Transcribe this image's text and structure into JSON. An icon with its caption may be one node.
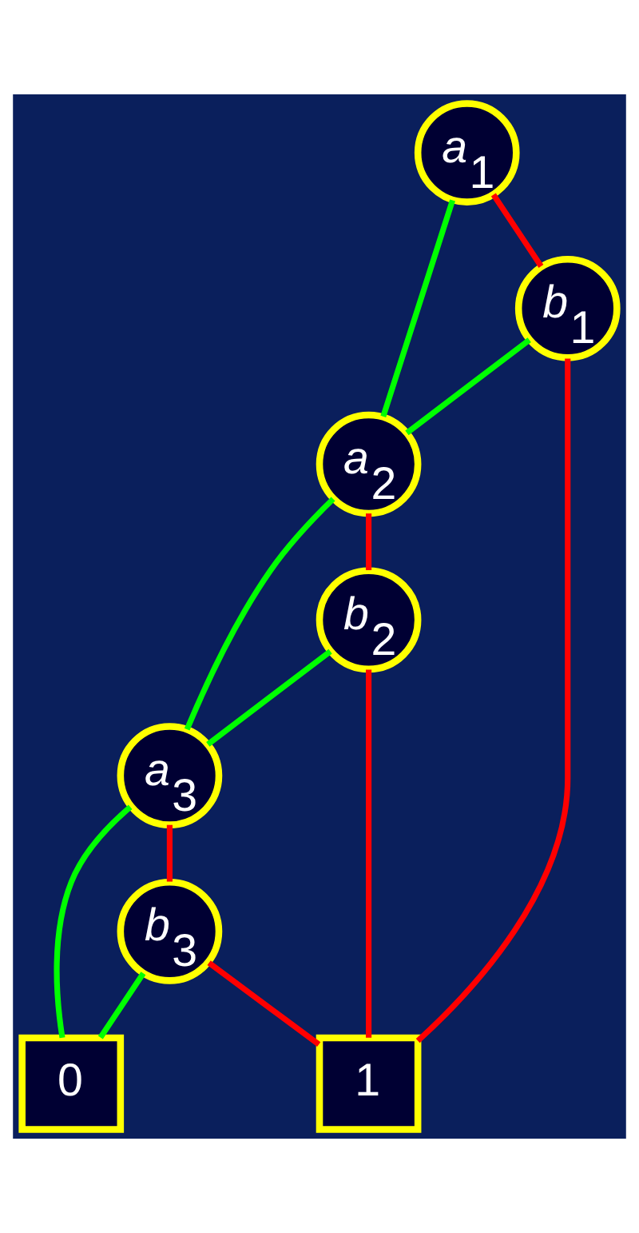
{
  "diagram": {
    "nodes": [
      {
        "text": [
          "a$_{1}$"
        ]
      },
      {
        "text": [
          "b$_{1}$"
        ]
      },
      {
        "text": [
          "a$_{2}$"
        ]
      },
      {
        "text": [
          "b$_{2}$"
        ]
      },
      {
        "text": [
          "a$_{3}$"
        ]
      },
      {
        "text": [
          "b$_{3}$"
        ]
      },
      {
        "text": [
          "0"
        ]
      },
      {
        "text": [
          "1"
        ]
      }
    ],
    "edges": [
      {
        "from": 0,
        "to": 2,
        "arrow": "none",
        "color": "#00ff00"
      },
      {
        "from": 0,
        "to": 1,
        "arrow": "none",
        "color": "#ff0000"
      },
      {
        "from": 1,
        "to": 2,
        "arrow": "none",
        "color": "#00ff00"
      },
      {
        "from": 1,
        "to": 7,
        "arrow": "none",
        "color": "#ff0000"
      },
      {
        "from": 2,
        "to": 3,
        "arrow": "none",
        "color": "#ff0000"
      },
      {
        "from": 2,
        "to": 4,
        "arrow": "none",
        "color": "#00ff00"
      },
      {
        "from": 3,
        "to": 4,
        "arrow": "none",
        "color": "#00ff00"
      },
      {
        "from": 3,
        "to": 7,
        "arrow": "none",
        "color": "#ff0000"
      },
      {
        "from": 4,
        "to": 5,
        "arrow": "none",
        "color": "#ff0000"
      },
      {
        "from": 4,
        "to": 6,
        "arrow": "none",
        "color": "#00ff00"
      },
      {
        "from": 5,
        "to": 6,
        "arrow": "none",
        "color": "#00ff00"
      },
      {
        "from": 5,
        "to": 7,
        "arrow": "none",
        "color": "#ff0000"
      }
    ]
  }
}
